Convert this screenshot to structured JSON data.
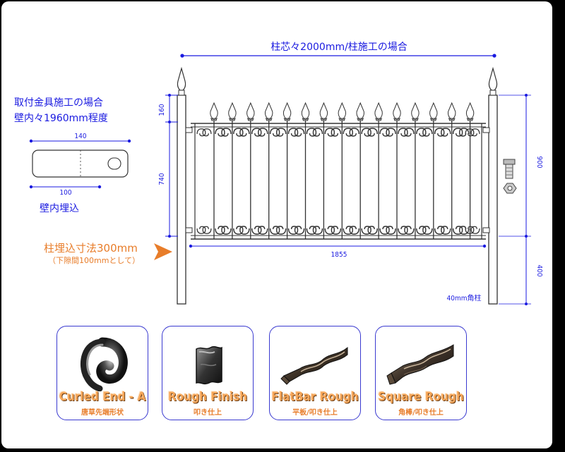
{
  "colors": {
    "dimension": "#1a1ae0",
    "accent": "#e87d2a",
    "card_border": "#3a3ad0",
    "card_title": "#f6a75a"
  },
  "top_note": "柱芯々2000mm/柱施工の場合",
  "bracket_note": {
    "line1": "取付金具施工の場合",
    "line2": "壁内々1960mm程度"
  },
  "bracket": {
    "width_label": "140",
    "embed_label": "100",
    "caption": "壁内埋込"
  },
  "post_note": {
    "main": "柱埋込寸法300mm",
    "sub": "（下隙間100mmとして）"
  },
  "dimensions": {
    "top_finial": "160",
    "panel_height": "740",
    "panel_width": "1855",
    "upper": "900",
    "lower": "400"
  },
  "post_label": "40mm角柱",
  "finishes": [
    {
      "title": "Curled End - A",
      "sub": "唐草先端形状"
    },
    {
      "title": "Rough Finish",
      "sub": "叩き仕上"
    },
    {
      "title": "FlatBar Rough",
      "sub": "平板/叩き仕上"
    },
    {
      "title": "Square Rough",
      "sub": "角棒/叩き仕上"
    }
  ]
}
